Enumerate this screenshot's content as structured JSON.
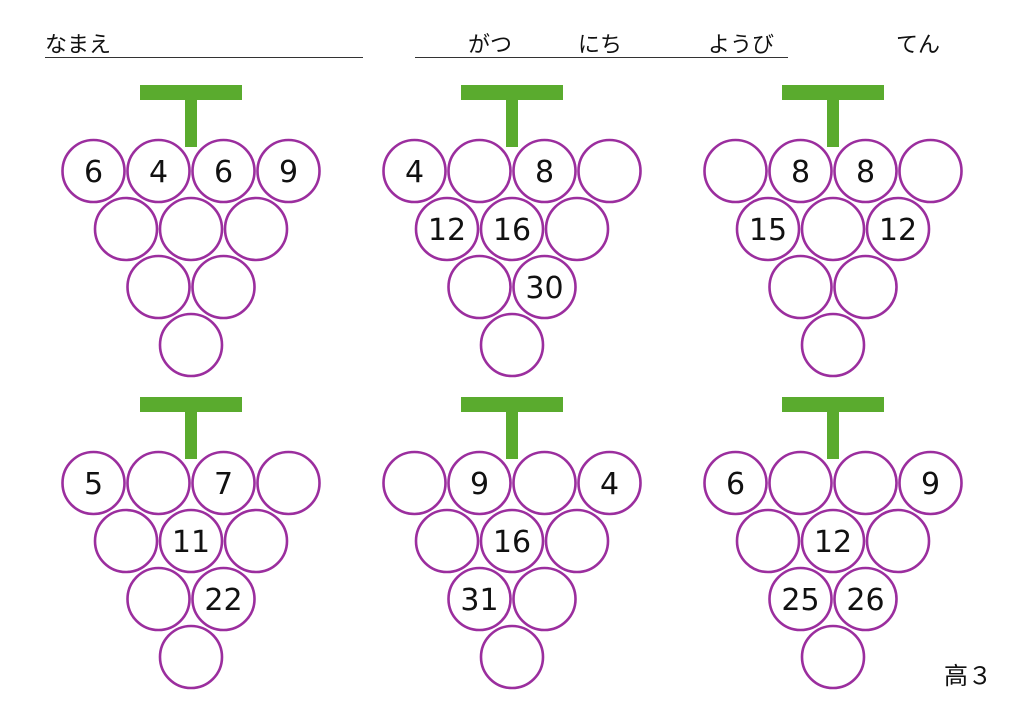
{
  "header": {
    "name_label": "なまえ",
    "month_label": "がつ",
    "day_label": "にち",
    "weekday_label": "ようび",
    "score_label": "てん"
  },
  "colors": {
    "stem": "#5aab2e",
    "grape_stroke": "#9b2e9e",
    "grape_fill": "#ffffff",
    "text": "#111111"
  },
  "puzzles": [
    {
      "rows": [
        [
          "6",
          "4",
          "6",
          "9"
        ],
        [
          "",
          "",
          ""
        ],
        [
          "",
          ""
        ],
        [
          ""
        ]
      ]
    },
    {
      "rows": [
        [
          "4",
          "",
          "8",
          ""
        ],
        [
          "12",
          "16",
          ""
        ],
        [
          "",
          "30"
        ],
        [
          ""
        ]
      ]
    },
    {
      "rows": [
        [
          "",
          "8",
          "8",
          ""
        ],
        [
          "15",
          "",
          "12"
        ],
        [
          "",
          ""
        ],
        [
          ""
        ]
      ]
    },
    {
      "rows": [
        [
          "5",
          "",
          "7",
          ""
        ],
        [
          "",
          "11",
          ""
        ],
        [
          "",
          "22"
        ],
        [
          ""
        ]
      ]
    },
    {
      "rows": [
        [
          "",
          "9",
          "",
          "4"
        ],
        [
          "",
          "16",
          ""
        ],
        [
          "31",
          ""
        ],
        [
          ""
        ]
      ]
    },
    {
      "rows": [
        [
          "6",
          "",
          "",
          "9"
        ],
        [
          "",
          "12",
          ""
        ],
        [
          "25",
          "26"
        ],
        [
          ""
        ]
      ]
    }
  ],
  "footer": {
    "grade_label": "高３"
  }
}
